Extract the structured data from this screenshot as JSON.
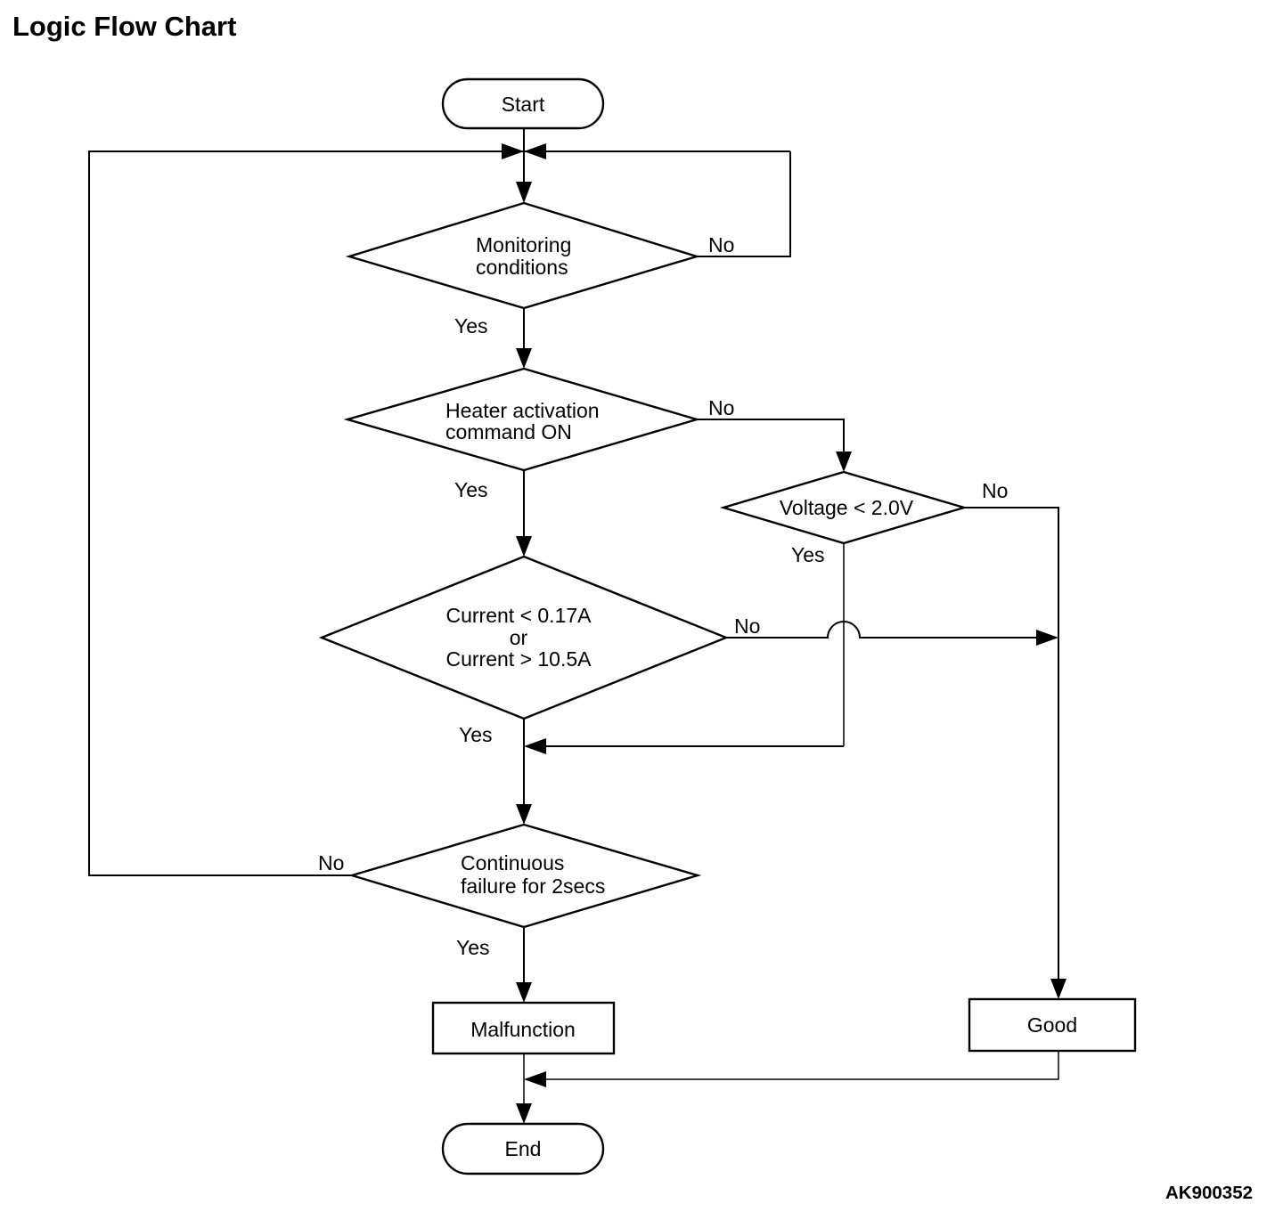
{
  "title": "Logic Flow Chart",
  "figure_code": "AK900352",
  "colors": {
    "line": "#000000",
    "shape_fill": "#ffffff",
    "background": "#ffffff",
    "text": "#000000"
  },
  "nodes": {
    "start": {
      "shape": "terminator",
      "label": "Start"
    },
    "monitoring": {
      "shape": "decision",
      "line1": "Monitoring",
      "line2": "conditions"
    },
    "heater": {
      "shape": "decision",
      "line1": "Heater activation",
      "line2": "command ON"
    },
    "voltage": {
      "shape": "decision",
      "label": "Voltage < 2.0V"
    },
    "current": {
      "shape": "decision",
      "line1": "Current < 0.17A",
      "line2": "or",
      "line3": "Current > 10.5A"
    },
    "continuous": {
      "shape": "decision",
      "line1": "Continuous",
      "line2": "failure for 2secs"
    },
    "malfunction": {
      "shape": "process",
      "label": "Malfunction"
    },
    "good": {
      "shape": "process",
      "label": "Good"
    },
    "end": {
      "shape": "terminator",
      "label": "End"
    }
  },
  "edges": {
    "monitoring_yes": "Yes",
    "monitoring_no": "No",
    "heater_yes": "Yes",
    "heater_no": "No",
    "voltage_yes": "Yes",
    "voltage_no": "No",
    "current_yes": "Yes",
    "current_no": "No",
    "continuous_yes": "Yes",
    "continuous_no": "No"
  }
}
